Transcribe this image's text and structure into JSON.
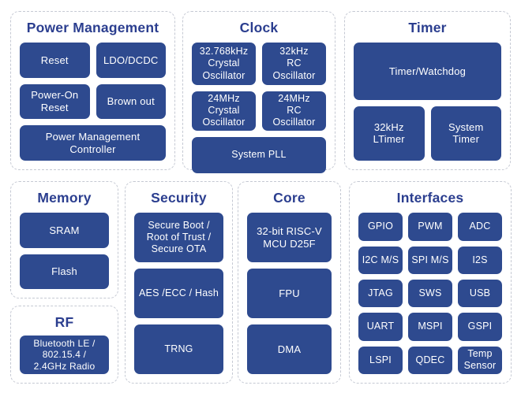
{
  "colors": {
    "block_fill": "#2e4a8f",
    "section_title_text": "#2b3e8f",
    "block_text": "#ffffff",
    "section_border": "#c5c9d3",
    "background": "#ffffff"
  },
  "sections": {
    "power_management": {
      "title": "Power Management",
      "blocks": {
        "reset": "Reset",
        "ldo_dcdc": "LDO/DCDC",
        "power_on_reset": "Power-On\nReset",
        "brown_out": "Brown out",
        "power_management_controller": "Power Management\nController"
      }
    },
    "clock": {
      "title": "Clock",
      "blocks": {
        "xtal_32768": "32.768kHz\nCrystal\nOscillator",
        "rc_32k": "32kHz\nRC Oscillator",
        "xtal_24m": "24MHz Crystal\nOscillator",
        "rc_24m": "24MHz\nRC Oscillator",
        "system_pll": "System PLL"
      }
    },
    "timer": {
      "title": "Timer",
      "blocks": {
        "timer_watchdog": "Timer/Watchdog",
        "ltimer_32k": "32kHz\nLTimer",
        "system_timer": "System\nTimer"
      }
    },
    "memory": {
      "title": "Memory",
      "blocks": {
        "sram": "SRAM",
        "flash": "Flash"
      }
    },
    "rf": {
      "title": "RF",
      "blocks": {
        "radio": "Bluetooth LE /\n802.15.4 /\n2.4GHz Radio"
      }
    },
    "security": {
      "title": "Security",
      "blocks": {
        "secure_boot": "Secure Boot /\nRoot of Trust /\nSecure OTA",
        "aes_ecc_hash": "AES /ECC / Hash",
        "trng": "TRNG"
      }
    },
    "core": {
      "title": "Core",
      "blocks": {
        "riscv_mcu": "32-bit RISC-V\nMCU D25F",
        "fpu": "FPU",
        "dma": "DMA"
      }
    },
    "interfaces": {
      "title": "Interfaces",
      "blocks": {
        "gpio": "GPIO",
        "pwm": "PWM",
        "adc": "ADC",
        "i2c": "I2C M/S",
        "spi": "SPI M/S",
        "i2s": "I2S",
        "jtag": "JTAG",
        "sws": "SWS",
        "usb": "USB",
        "uart": "UART",
        "mspi": "MSPI",
        "gspi": "GSPI",
        "lspi": "LSPI",
        "qdec": "QDEC",
        "temp_sensor": "Temp\nSensor"
      }
    }
  }
}
